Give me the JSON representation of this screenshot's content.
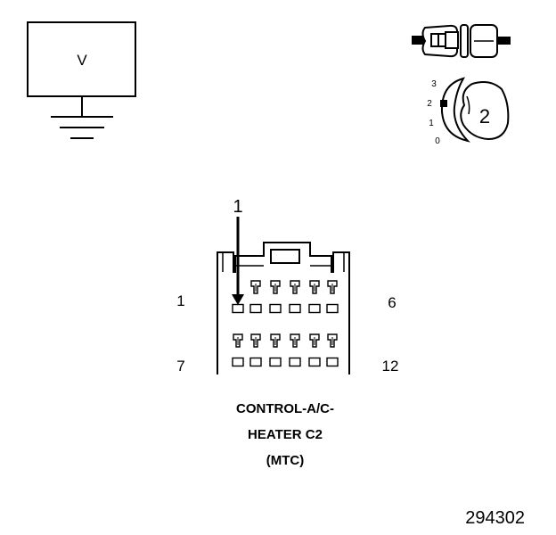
{
  "voltmeter": {
    "symbol": "V"
  },
  "ignition_switch": {
    "positions": [
      "3",
      "2",
      "1",
      "0"
    ],
    "selected": "2"
  },
  "connector": {
    "arrow_label": "1",
    "pin_labels": {
      "top_left": "1",
      "top_right": "6",
      "bottom_left": "7",
      "bottom_right": "12"
    },
    "name_lines": [
      "CONTROL-A/C-",
      "HEATER C2",
      "(MTC)"
    ]
  },
  "figure_number": "294302"
}
